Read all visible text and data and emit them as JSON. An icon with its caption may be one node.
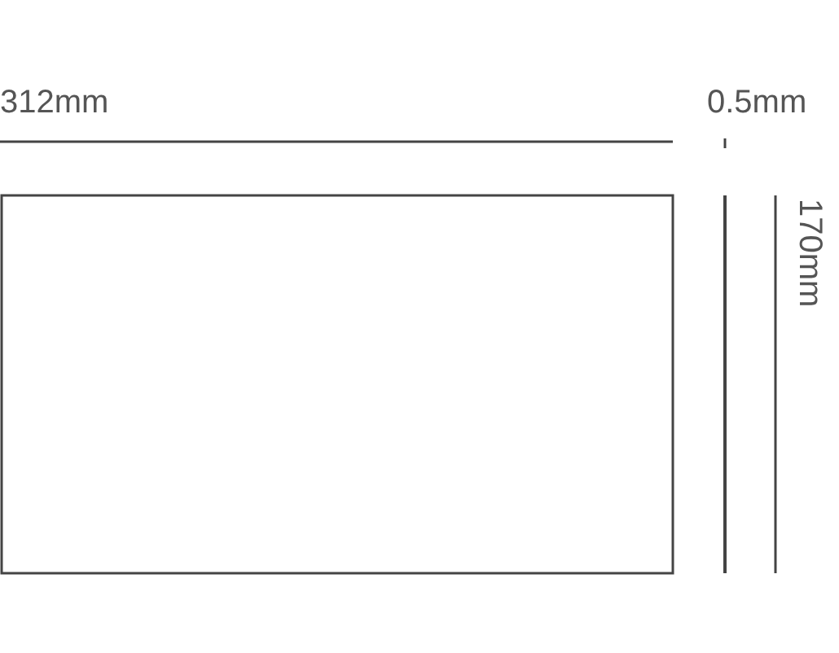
{
  "diagram": {
    "labels": [
      "312mm",
      "0.5mm",
      "170mm"
    ]
  }
}
